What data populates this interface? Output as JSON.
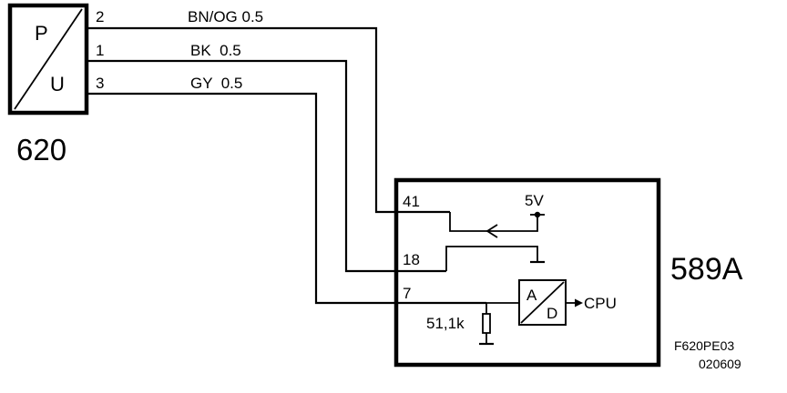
{
  "sensor": {
    "id": "620",
    "top_label": "P",
    "bottom_label": "U",
    "pins": [
      {
        "pin": "2",
        "wire": "BN/OG 0.5"
      },
      {
        "pin": "1",
        "wire": "BK  0.5"
      },
      {
        "pin": "3",
        "wire": "GY  0.5"
      }
    ]
  },
  "ecu": {
    "id": "589A",
    "pins": [
      "41",
      "18",
      "7"
    ],
    "supply_label": "5V",
    "resistor_label": "51,1k",
    "adc_top": "A",
    "adc_bottom": "D",
    "output_label": "CPU"
  },
  "figure_ref": {
    "code": "F620PE03",
    "date": "020609"
  }
}
